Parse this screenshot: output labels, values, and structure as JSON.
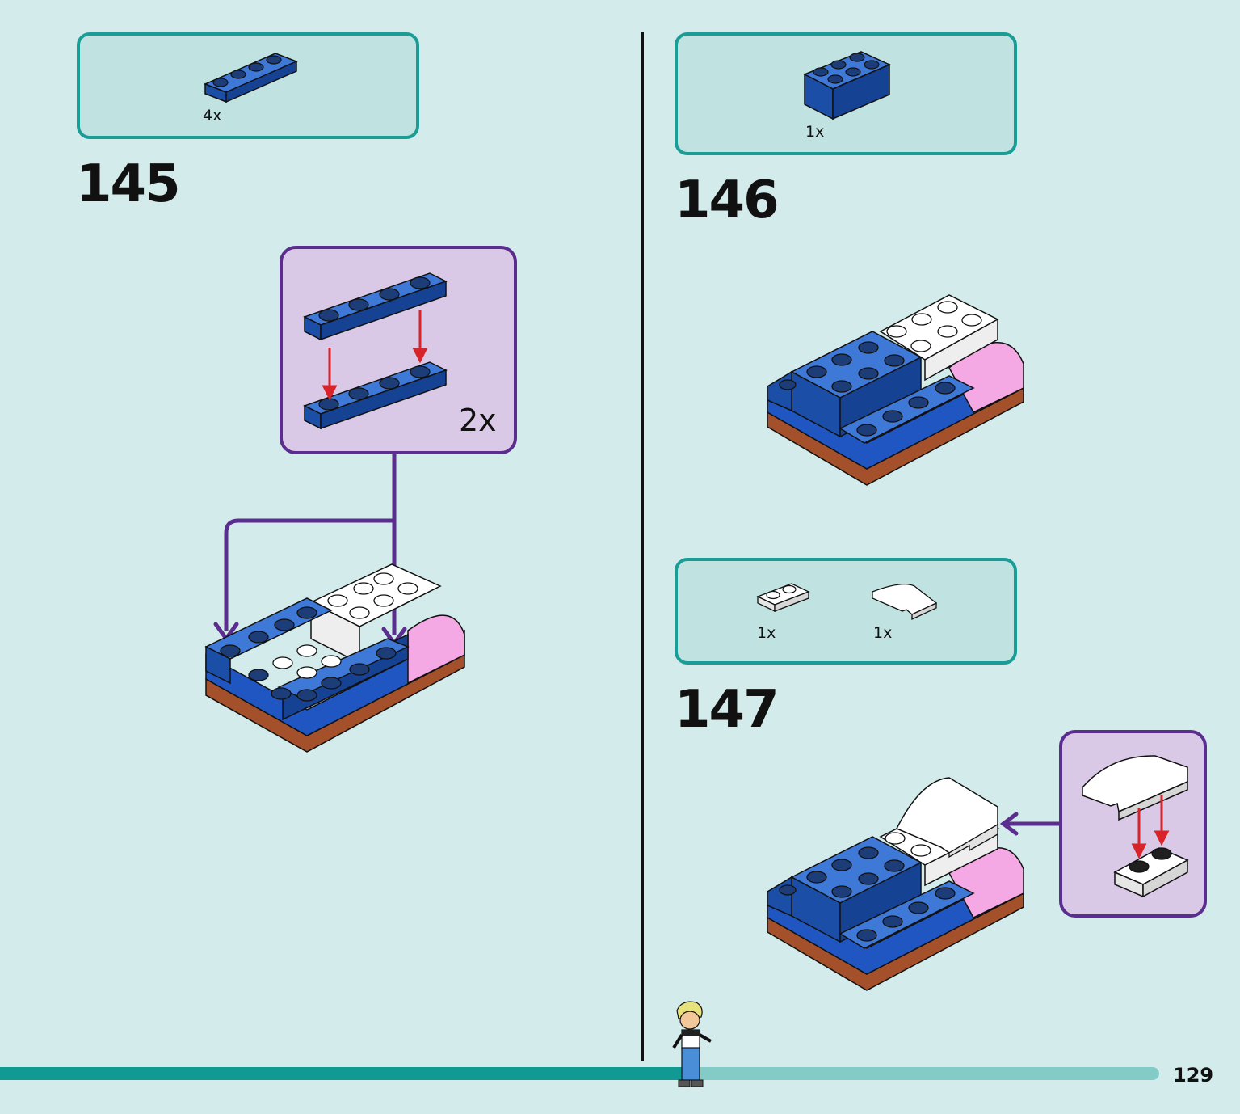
{
  "steps": [
    {
      "number": "145",
      "parts": [
        {
          "qty": "4x",
          "piece": "plate-1x4-blue"
        }
      ],
      "callout_qty": "2x"
    },
    {
      "number": "146",
      "parts": [
        {
          "qty": "1x",
          "piece": "brick-2x3-blue"
        }
      ]
    },
    {
      "number": "147",
      "parts": [
        {
          "qty": "1x",
          "piece": "plate-1x2-white"
        },
        {
          "qty": "1x",
          "piece": "slope-curved-white"
        }
      ]
    }
  ],
  "page_number": "129",
  "progress": 0.59,
  "colors": {
    "background": "#d3ebea",
    "parts_border": "#1a9c97",
    "callout_border": "#5b2d8e",
    "brick_blue": "#1f5fc4",
    "brick_white": "#ffffff",
    "brick_pink": "#f4a8e4",
    "base_brown": "#a4502a",
    "arrow_red": "#d8232a"
  }
}
